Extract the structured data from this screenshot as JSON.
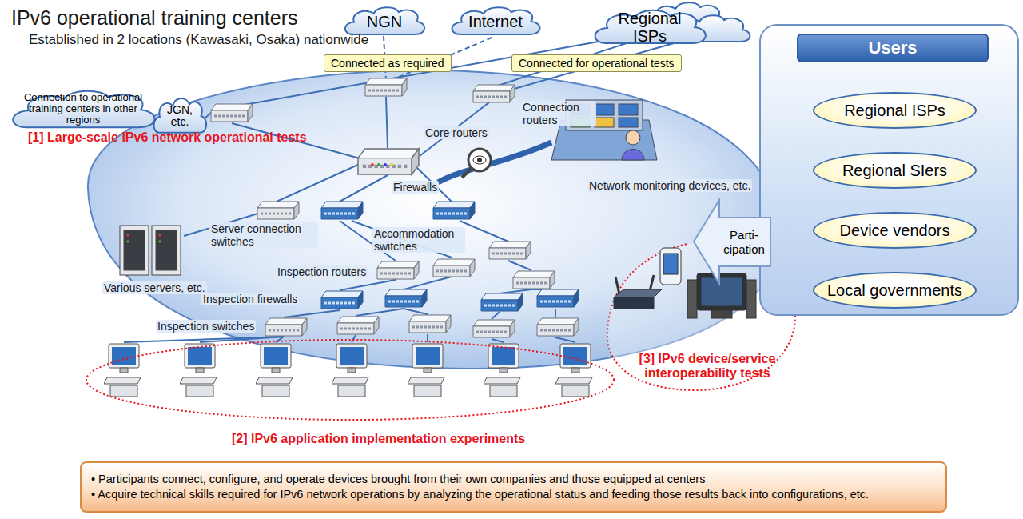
{
  "diagram": {
    "title": "IPv6 operational training centers",
    "nodes": [
      {
        "text": [
          "NGN"
        ]
      },
      {
        "text": [
          "Internet"
        ]
      },
      {
        "text": [
          "Regional ISPs"
        ]
      },
      {
        "text": [
          "Connection to operational training centers in other regions"
        ]
      },
      {
        "text": [
          "JGN, etc."
        ]
      },
      {
        "text": [
          "Connected as required"
        ]
      },
      {
        "text": [
          "Connected for operational tests"
        ]
      },
      {
        "text": [
          "Parti- cipation"
        ]
      },
      {
        "text": [
          "Users"
        ]
      },
      {
        "text": [
          "Regional ISPs"
        ],
        "in": 8
      },
      {
        "text": [
          "Regional SIers"
        ],
        "in": 8
      },
      {
        "text": [
          "Device vendors"
        ],
        "in": 8
      },
      {
        "text": [
          "Local governments"
        ],
        "in": 8
      },
      {
        "text": [
          "• Participants connect, configure, and operate devices brought from their own companies and those equipped at centers",
          "• Acquire technical skills required for IPv6 network operations by analyzing the operational status and feeding those results back into configurations, etc."
        ]
      }
    ],
    "labels": [
      "Established in 2 locations (Kawasaki, Osaka) nationwide",
      "[1] Large-scale IPv6 network operational tests",
      "Connection routers",
      "Core routers",
      "Network monitoring devices, etc.",
      "Firewalls",
      "Server connection switches",
      "Various servers, etc.",
      "Accommodation switches",
      "Inspection routers",
      "Inspection firewalls",
      "Inspection switches",
      "[3] IPv6 device/service interoperability tests",
      "[2] IPv6 application implementation experiments"
    ]
  }
}
